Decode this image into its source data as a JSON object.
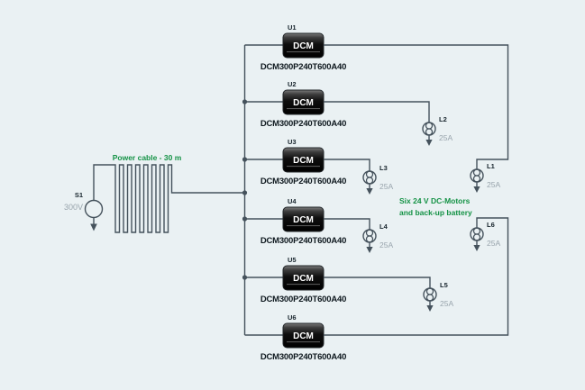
{
  "canvas": {
    "background": "#eaf1f3",
    "wire_color": "#45525c",
    "dark_text_color": "#16232b",
    "gray_text_color": "#98a4ac",
    "green_text_color": "#149245"
  },
  "source": {
    "ref": "S1",
    "voltage": "300V"
  },
  "cable": {
    "label": "Power cable - 30 m"
  },
  "annotation": {
    "line1": "Six 24 V DC-Motors",
    "line2": "and back-up battery"
  },
  "converters": [
    {
      "ref": "U1",
      "chip": "DCM",
      "part": "DCM300P240T600A40"
    },
    {
      "ref": "U2",
      "chip": "DCM",
      "part": "DCM300P240T600A40"
    },
    {
      "ref": "U3",
      "chip": "DCM",
      "part": "DCM300P240T600A40"
    },
    {
      "ref": "U4",
      "chip": "DCM",
      "part": "DCM300P240T600A40"
    },
    {
      "ref": "U5",
      "chip": "DCM",
      "part": "DCM300P240T600A40"
    },
    {
      "ref": "U6",
      "chip": "DCM",
      "part": "DCM300P240T600A40"
    }
  ],
  "loads": [
    {
      "ref": "L1",
      "current": "25A"
    },
    {
      "ref": "L2",
      "current": "25A"
    },
    {
      "ref": "L3",
      "current": "25A"
    },
    {
      "ref": "L4",
      "current": "25A"
    },
    {
      "ref": "L5",
      "current": "25A"
    },
    {
      "ref": "L6",
      "current": "25A"
    }
  ]
}
